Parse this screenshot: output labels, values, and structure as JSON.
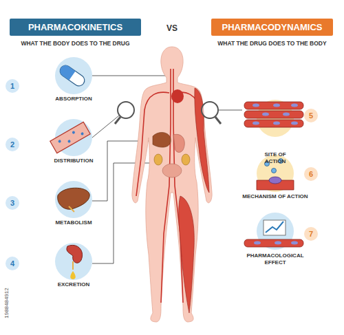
{
  "diagram": {
    "nodes": [
      {
        "text": [
          "PHARMACOKINETICS",
          "WHAT THE BODY DOES TO THE DRUG"
        ]
      },
      {
        "text": [
          "PHARMACODYNAMICS",
          "WHAT THE DRUG DOES TO THE BODY"
        ]
      },
      {
        "text": [
          "1"
        ]
      },
      {
        "text": [
          "ABSORPTION"
        ]
      },
      {
        "text": [
          "2"
        ]
      },
      {
        "text": [
          "DISTRIBUTION"
        ]
      },
      {
        "text": [
          "3"
        ]
      },
      {
        "text": [
          "METABOLISM"
        ]
      },
      {
        "text": [
          "4"
        ]
      },
      {
        "text": [
          "EXCRETION"
        ]
      },
      {
        "text": [
          "SITE OF ACTION"
        ]
      },
      {
        "text": [
          "5"
        ]
      },
      {
        "text": [
          "MECHANISM OF ACTION"
        ]
      },
      {
        "text": [
          "6"
        ]
      },
      {
        "text": [
          "PHARMACOLOGICAL EFFECT"
        ]
      },
      {
        "text": [
          "7"
        ]
      }
    ],
    "labels": [
      "VS",
      "1988484912"
    ]
  }
}
